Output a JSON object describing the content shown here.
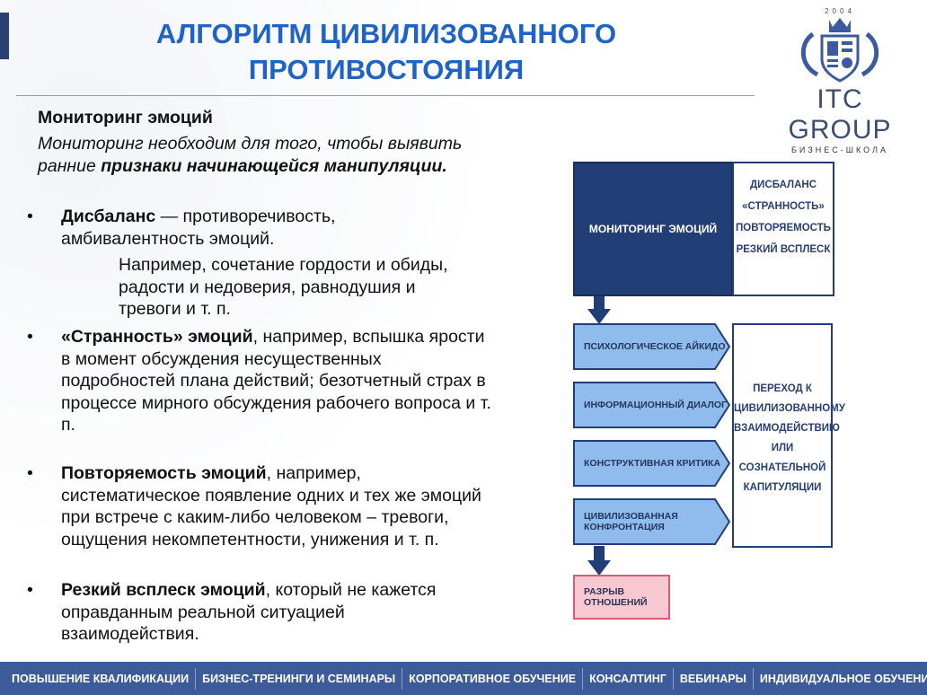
{
  "title": "АЛГОРИТМ ЦИВИЛИЗОВАННОГО ПРОТИВОСТОЯНИЯ",
  "logo": {
    "year": "2004",
    "name": "ITC GROUP",
    "subtitle": "БИЗНЕС-ШКОЛА"
  },
  "content": {
    "heading": "Мониторинг эмоций",
    "intro_plain": "Мониторинг необходим для того, чтобы выявить ранние ",
    "intro_bold": "признаки начинающейся манипуляции.",
    "bullets": [
      {
        "bold": "Дисбаланс",
        "rest": " — противоречивость, амбивалентность эмоций."
      },
      {
        "bold": "«Странность» эмоций",
        "rest": ", например, вспышка ярости в момент обсуждения несущественных подробностей плана действий; безотчетный страх в процессе мирного обсуждения рабочего вопроса и т. п."
      },
      {
        "bold": "Повторяемость эмоций",
        "rest": ", например, систематическое появление одних и тех же эмоций при встрече с каким-либо человеком – тревоги, ощущения некомпетентности, унижения и т. п."
      },
      {
        "bold": "Резкий всплеск эмоций",
        "rest": ", который не кажется оправданным реальной ситуацией взаимодействия."
      }
    ],
    "example": "Например, сочетание  гордости и обиды, радости  и  недоверия, равнодушия  и  тревоги  и т. п."
  },
  "diagram": {
    "main": "МОНИТОРИНГ ЭМОЦИЙ",
    "signs": [
      "ДИСБАЛАНС",
      "«СТРАННОСТЬ»",
      "ПОВТОРЯЕМОСТЬ",
      "РЕЗКИЙ ВСПЛЕСК"
    ],
    "steps": [
      "ПСИХОЛОГИЧЕСКОЕ АЙКИДО",
      "ИНФОРМАЦИОННЫЙ ДИАЛОГ",
      "КОНСТРУКТИВНАЯ КРИТИКА",
      "ЦИВИЛИЗОВАННАЯ КОНФРОНТАЦИЯ"
    ],
    "outcome": "ПЕРЕХОД К ЦИВИЛИЗОВАННОМУ ВЗАИМОДЕЙСТВИЮ ИЛИ СОЗНАТЕЛЬНОЙ КАПИТУЛЯЦИИ",
    "final": "РАЗРЫВ ОТНОШЕНИЙ",
    "colors": {
      "dark": "#213f76",
      "light": "#8fbcec",
      "pink": "#f8c8d2"
    }
  },
  "footer": [
    "ПОВЫШЕНИЕ КВАЛИФИКАЦИИ",
    "БИЗНЕС-ТРЕНИНГИ И СЕМИНАРЫ",
    "КОРПОРАТИВНОЕ ОБУЧЕНИЕ",
    "КОНСАЛТИНГ",
    "ВЕБИНАРЫ",
    "ИНДИВИДУАЛЬНОЕ ОБУЧЕНИЕ"
  ]
}
